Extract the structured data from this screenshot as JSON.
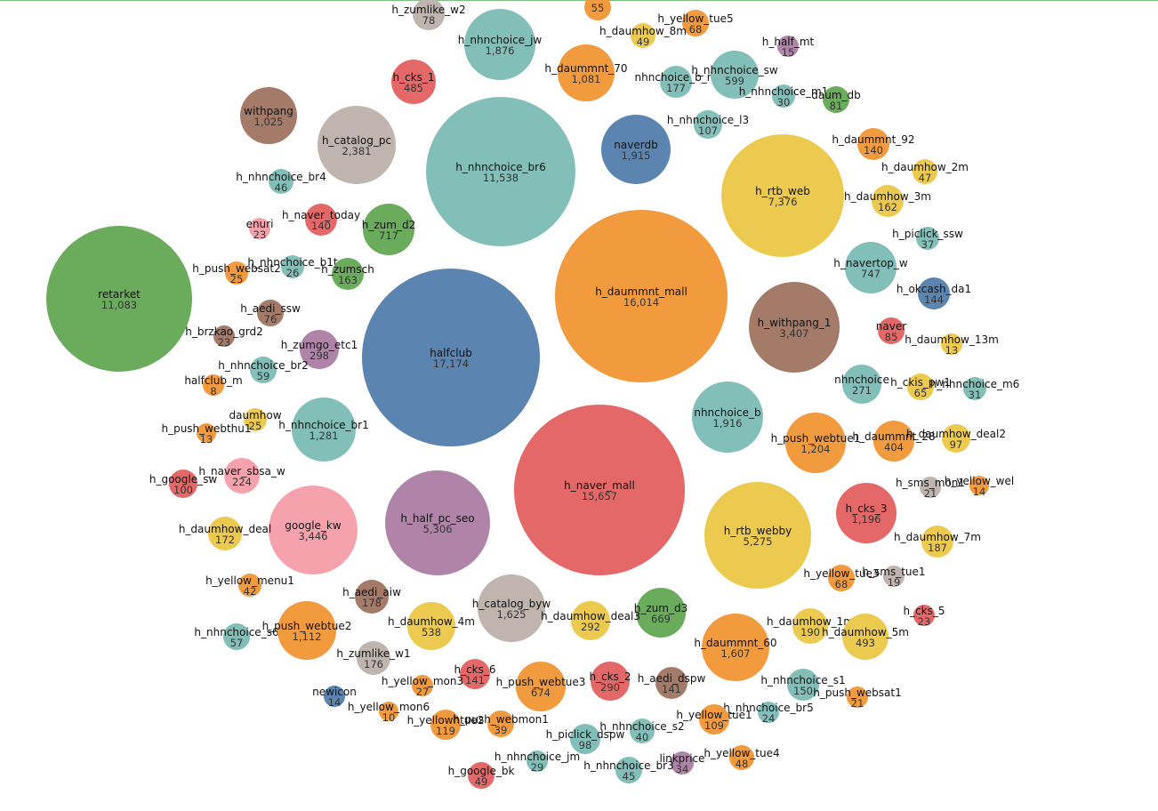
{
  "chart_data": {
    "type": "bubble",
    "palette": {
      "green": "#6aab5c",
      "blue": "#5b84b1",
      "orange": "#f19a3e",
      "red": "#e46868",
      "teal": "#83bfb9",
      "yellow": "#ecc94f",
      "purple": "#b084a9",
      "brown": "#a37b68",
      "pink": "#f6a2ad",
      "gray": "#bfb4ae"
    },
    "nodes": [
      {
        "name": "h_zumlike_w2",
        "value": "78",
        "color": "gray"
      },
      {
        "name": "",
        "value": "55",
        "color": "orange"
      },
      {
        "name": "h_nhnchoice_jw",
        "value": "1,876",
        "color": "teal"
      },
      {
        "name": "h_yellow_tue5",
        "value": "68",
        "color": "orange"
      },
      {
        "name": "h_daumhow_8m",
        "value": "49",
        "color": "yellow"
      },
      {
        "name": "h_half_mt",
        "value": "15",
        "color": "purple"
      },
      {
        "name": "h_cks_1",
        "value": "485",
        "color": "red"
      },
      {
        "name": "h_daummnt_70",
        "value": "1,081",
        "color": "orange"
      },
      {
        "name": "nhnchoice_b_m",
        "value": "177",
        "color": "teal"
      },
      {
        "name": "h_nhnchoice_sw",
        "value": "599",
        "color": "teal"
      },
      {
        "name": "h_nhnchoice_m1",
        "value": "30",
        "color": "teal"
      },
      {
        "name": "daum_db",
        "value": "81",
        "color": "green"
      },
      {
        "name": "withpang",
        "value": "1,025",
        "color": "brown"
      },
      {
        "name": "h_catalog_pc",
        "value": "2,381",
        "color": "gray"
      },
      {
        "name": "h_nhnchoice_br6",
        "value": "11,538",
        "color": "teal"
      },
      {
        "name": "naverdb",
        "value": "1,915",
        "color": "blue"
      },
      {
        "name": "h_nhnchoice_l3",
        "value": "107",
        "color": "teal"
      },
      {
        "name": "h_daummnt_92",
        "value": "140",
        "color": "orange"
      },
      {
        "name": "h_rtb_web",
        "value": "7,376",
        "color": "yellow"
      },
      {
        "name": "h_daumhow_2m",
        "value": "47",
        "color": "yellow"
      },
      {
        "name": "h_nhnchoice_br4",
        "value": "46",
        "color": "teal"
      },
      {
        "name": "h_daumhow_3m",
        "value": "162",
        "color": "yellow"
      },
      {
        "name": "enuri",
        "value": "23",
        "color": "pink"
      },
      {
        "name": "h_naver_today",
        "value": "140",
        "color": "red"
      },
      {
        "name": "h_zum_d2",
        "value": "717",
        "color": "green"
      },
      {
        "name": "h_piclick_ssw",
        "value": "37",
        "color": "teal"
      },
      {
        "name": "retarket",
        "value": "11,083",
        "color": "green"
      },
      {
        "name": "h_push_websat2",
        "value": "25",
        "color": "orange"
      },
      {
        "name": "h_nhnchoice_b1t",
        "value": "26",
        "color": "teal"
      },
      {
        "name": "h_zumsch",
        "value": "163",
        "color": "green"
      },
      {
        "name": "h_daummnt_mall",
        "value": "16,014",
        "color": "orange"
      },
      {
        "name": "h_navertop_w",
        "value": "747",
        "color": "teal"
      },
      {
        "name": "h_okcash_da1",
        "value": "144",
        "color": "blue"
      },
      {
        "name": "h_aedi_ssw",
        "value": "76",
        "color": "brown"
      },
      {
        "name": "halfclub",
        "value": "17,174",
        "color": "blue"
      },
      {
        "name": "h_withpang_1",
        "value": "3,407",
        "color": "brown"
      },
      {
        "name": "naver",
        "value": "85",
        "color": "red"
      },
      {
        "name": "h_brzkao_grd2",
        "value": "23",
        "color": "brown"
      },
      {
        "name": "h_zumgo_etc1",
        "value": "298",
        "color": "purple"
      },
      {
        "name": "h_daumhow_13m",
        "value": "13",
        "color": "yellow"
      },
      {
        "name": "h_nhnchoice_br2",
        "value": "59",
        "color": "teal"
      },
      {
        "name": "halfclub_m",
        "value": "8",
        "color": "orange"
      },
      {
        "name": "nhnchoice",
        "value": "271",
        "color": "teal"
      },
      {
        "name": "h_ckis_pw1",
        "value": "65",
        "color": "yellow"
      },
      {
        "name": "h_nhnchoice_m6",
        "value": "31",
        "color": "teal"
      },
      {
        "name": "daumhow",
        "value": "25",
        "color": "yellow"
      },
      {
        "name": "h_nhnchoice_br1",
        "value": "1,281",
        "color": "teal"
      },
      {
        "name": "nhnchoice_b",
        "value": "1,916",
        "color": "teal"
      },
      {
        "name": "h_push_webthu1",
        "value": "13",
        "color": "orange"
      },
      {
        "name": "h_push_webtue1",
        "value": "1,204",
        "color": "orange"
      },
      {
        "name": "h_daummnt_28",
        "value": "404",
        "color": "orange"
      },
      {
        "name": "h_daumhow_deal2",
        "value": "97",
        "color": "yellow"
      },
      {
        "name": "h_naver_sbsa_w",
        "value": "224",
        "color": "pink"
      },
      {
        "name": "h_google_sw",
        "value": "100",
        "color": "red"
      },
      {
        "name": "h_naver_mall",
        "value": "15,657",
        "color": "red"
      },
      {
        "name": "h_sms_mon1",
        "value": "21",
        "color": "gray"
      },
      {
        "name": "h_yellow_wel",
        "value": "14",
        "color": "orange"
      },
      {
        "name": "h_cks_3",
        "value": "1,196",
        "color": "red"
      },
      {
        "name": "google_kw",
        "value": "3,446",
        "color": "pink"
      },
      {
        "name": "h_half_pc_seo",
        "value": "5,306",
        "color": "purple"
      },
      {
        "name": "h_daumhow_deal",
        "value": "172",
        "color": "yellow"
      },
      {
        "name": "h_rtb_webby",
        "value": "5,275",
        "color": "yellow"
      },
      {
        "name": "h_daumhow_7m",
        "value": "187",
        "color": "yellow"
      },
      {
        "name": "h_yellow_tue3",
        "value": "68",
        "color": "orange"
      },
      {
        "name": "h_sms_tue1",
        "value": "19",
        "color": "gray"
      },
      {
        "name": "h_yellow_menu1",
        "value": "42",
        "color": "orange"
      },
      {
        "name": "h_aedi_aiw",
        "value": "178",
        "color": "brown"
      },
      {
        "name": "h_catalog_byw",
        "value": "1,625",
        "color": "gray"
      },
      {
        "name": "h_zum_d3",
        "value": "669",
        "color": "green"
      },
      {
        "name": "h_cks_5",
        "value": "23",
        "color": "red"
      },
      {
        "name": "h_daumhow_4m",
        "value": "538",
        "color": "yellow"
      },
      {
        "name": "h_daumhow_deal3",
        "value": "292",
        "color": "yellow"
      },
      {
        "name": "h_daumhow_1m",
        "value": "190",
        "color": "yellow"
      },
      {
        "name": "h_nhnchoice_s6",
        "value": "57",
        "color": "teal"
      },
      {
        "name": "h_push_webtue2",
        "value": "1,112",
        "color": "orange"
      },
      {
        "name": "h_daummnt_60",
        "value": "1,607",
        "color": "orange"
      },
      {
        "name": "h_daumhow_5m",
        "value": "493",
        "color": "yellow"
      },
      {
        "name": "h_zumlike_w1",
        "value": "176",
        "color": "gray"
      },
      {
        "name": "h_cks_6",
        "value": "141",
        "color": "red"
      },
      {
        "name": "h_cks_2",
        "value": "290",
        "color": "red"
      },
      {
        "name": "h_aedi_dspw",
        "value": "141",
        "color": "brown"
      },
      {
        "name": "h_nhnchoice_s1",
        "value": "150",
        "color": "teal"
      },
      {
        "name": "h_yellow_mon3",
        "value": "27",
        "color": "orange"
      },
      {
        "name": "h_push_webtue3",
        "value": "674",
        "color": "orange"
      },
      {
        "name": "newicon",
        "value": "14",
        "color": "blue"
      },
      {
        "name": "h_push_websat1",
        "value": "21",
        "color": "orange"
      },
      {
        "name": "h_yellow_mon6",
        "value": "10",
        "color": "orange"
      },
      {
        "name": "h_nhnchoice_br5",
        "value": "24",
        "color": "teal"
      },
      {
        "name": "h_yellowhtue2",
        "value": "119",
        "color": "orange"
      },
      {
        "name": "h_push_webmon1",
        "value": "39",
        "color": "orange"
      },
      {
        "name": "h_yellow_tue1",
        "value": "109",
        "color": "orange"
      },
      {
        "name": "h_piclick_dspw",
        "value": "98",
        "color": "teal"
      },
      {
        "name": "h_nhnchoice_s2",
        "value": "40",
        "color": "teal"
      },
      {
        "name": "h_nhnchoice_jm",
        "value": "29",
        "color": "teal"
      },
      {
        "name": "linkprice",
        "value": "34",
        "color": "purple"
      },
      {
        "name": "h_yellow_tue4",
        "value": "48",
        "color": "orange"
      },
      {
        "name": "h_google_bk",
        "value": "49",
        "color": "red"
      },
      {
        "name": "h_nhnchoice_br3",
        "value": "45",
        "color": "teal"
      }
    ]
  }
}
